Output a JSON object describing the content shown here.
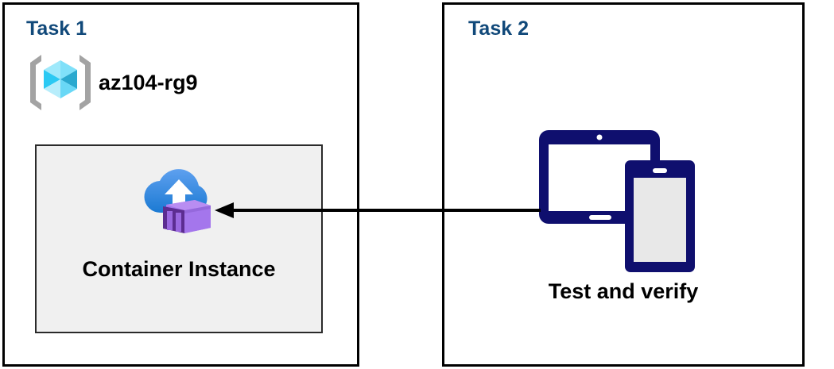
{
  "diagram": {
    "title_color": "#11497a",
    "panel_border_color": "#000000",
    "arrow_color": "#000000"
  },
  "panels": [
    {
      "id": "task1",
      "title": "Task 1",
      "resource_group": {
        "icon": "resource-group-icon",
        "label": "az104-rg9"
      },
      "resource_box": {
        "icon": "container-instance-icon",
        "label": "Container Instance",
        "fill_color": "#f0f0f0",
        "border_color": "#2a2a2a"
      }
    },
    {
      "id": "task2",
      "title": "Task 2",
      "device": {
        "icon": "tablet-and-phone-icon",
        "label": "Test and verify",
        "color": "#0f0f6e"
      }
    }
  ],
  "connector": {
    "name": "test-to-container-arrow",
    "direction": "right-to-left",
    "from": "Test and verify",
    "to": "Container Instance"
  }
}
